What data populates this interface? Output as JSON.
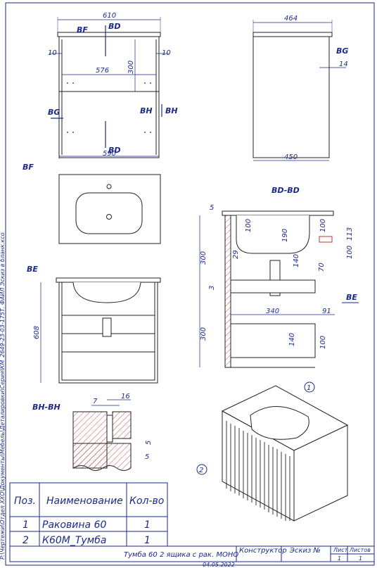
{
  "views": {
    "front": {
      "width_top": "610",
      "left_gap": "10",
      "right_gap": "10",
      "inner_width": "576",
      "drawer_height": "300",
      "width_bottom": "590",
      "mark_bf": "BF",
      "mark_bd_top": "BD",
      "mark_bd_bottom": "BD",
      "mark_bg": "BG",
      "mark_bh_left": "BH",
      "mark_bh_right": "BH"
    },
    "side": {
      "width_top": "464",
      "width_bottom": "450",
      "mark_bg": "BG",
      "lip": "14"
    },
    "top_view": {
      "label": "BF"
    },
    "view_be": {
      "label": "BE",
      "height": "608"
    },
    "section_bd": {
      "label": "BD-BD",
      "d5": "5",
      "d100a": "100",
      "d190": "190",
      "d300a": "300",
      "d29": "29",
      "d140a": "140",
      "d70": "70",
      "d3": "3",
      "d300b": "300",
      "d340": "340",
      "d91": "91",
      "d100b": "100",
      "d113": "113",
      "d100c": "100",
      "d140b": "140",
      "d100d": "100",
      "mark_be": "BE"
    },
    "section_bh": {
      "label": "BH-BH",
      "d7": "7",
      "d16": "16",
      "d5a": "5",
      "d5b": "5"
    },
    "iso": {
      "callout_1": "1",
      "callout_2": "2"
    }
  },
  "table": {
    "headers": [
      "Поз.",
      "Наименование",
      "Кол-во"
    ],
    "rows": [
      [
        "1",
        "Раковина 60",
        "1"
      ],
      [
        "2",
        "К60М_Тумба",
        "1"
      ]
    ]
  },
  "title_block": {
    "title": "Тумба 60 2 ящика с рак. МОНО",
    "constructor_label": "Конструктор",
    "sketch_label": "Эскиз №",
    "sheet_label": "Лист",
    "sheets_label": "Листов",
    "sheet_value": "1",
    "sheets_value": "1",
    "date": "04.05.2022"
  },
  "side_path": "P:\\Чертежи\\Отдел ХХО\\Документы\\Мебель\\Деталировки\\Серия\\КМ_2649-23-03-175Т. ФАЙЛ Эскиз в бланк.ксо"
}
